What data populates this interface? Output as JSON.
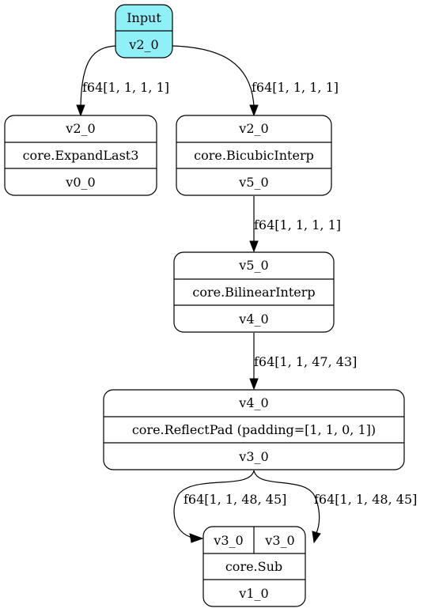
{
  "nodes": {
    "input": {
      "title": "Input",
      "output": "v2_0"
    },
    "expand_last3": {
      "input": "v2_0",
      "op": "core.ExpandLast3",
      "output": "v0_0"
    },
    "bicubic_interp": {
      "input": "v2_0",
      "op": "core.BicubicInterp",
      "output": "v5_0"
    },
    "bilinear_interp": {
      "input": "v5_0",
      "op": "core.BilinearInterp",
      "output": "v4_0"
    },
    "reflect_pad": {
      "input": "v4_0",
      "op": "core.ReflectPad (padding=[1, 1, 0, 1])",
      "output": "v3_0"
    },
    "sub": {
      "input_a": "v3_0",
      "input_b": "v3_0",
      "op": "core.Sub",
      "output": "v1_0"
    }
  },
  "edges": [
    {
      "from": "input",
      "to": "expand_last3",
      "label": "f64[1, 1, 1, 1]"
    },
    {
      "from": "input",
      "to": "bicubic_interp",
      "label": "f64[1, 1, 1, 1]"
    },
    {
      "from": "bicubic_interp",
      "to": "bilinear_interp",
      "label": "f64[1, 1, 1, 1]"
    },
    {
      "from": "bilinear_interp",
      "to": "reflect_pad",
      "label": "f64[1, 1, 47, 43]"
    },
    {
      "from": "reflect_pad",
      "to": "sub_a",
      "label": "f64[1, 1, 48, 45]"
    },
    {
      "from": "reflect_pad",
      "to": "sub_b",
      "label": "f64[1, 1, 48, 45]"
    }
  ]
}
